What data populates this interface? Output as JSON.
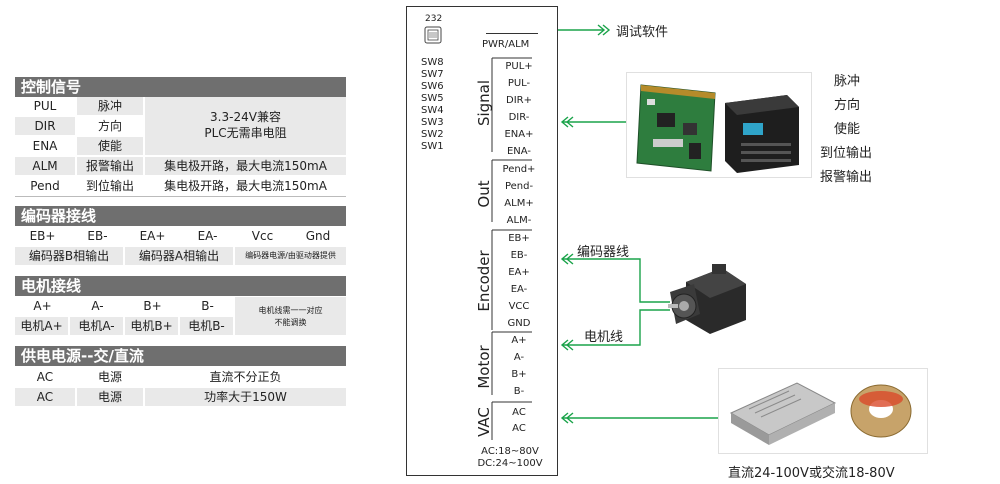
{
  "control": {
    "title": "控制信号",
    "rows": [
      {
        "sig": "PUL",
        "desc": "脉冲"
      },
      {
        "sig": "DIR",
        "desc": "方向"
      },
      {
        "sig": "ENA",
        "desc": "使能"
      },
      {
        "sig": "ALM",
        "desc": "报警输出",
        "note": "集电极开路，最大电流150mA"
      },
      {
        "sig": "Pend",
        "desc": "到位输出",
        "note": "集电极开路，最大电流150mA"
      }
    ],
    "merged_note_1": "3.3-24V兼容",
    "merged_note_2": "PLC无需串电阻"
  },
  "encoder": {
    "title": "编码器接线",
    "pins": [
      "EB+",
      "EB-",
      "EA+",
      "EA-",
      "Vcc",
      "Gnd"
    ],
    "b_label": "编码器B相输出",
    "a_label": "编码器A相输出",
    "power_label": "编码器电源/由驱动器提供"
  },
  "motor": {
    "title": "电机接线",
    "pins": [
      "A+",
      "A-",
      "B+",
      "B-"
    ],
    "labels": [
      "电机A+",
      "电机A-",
      "电机B+",
      "电机B-"
    ],
    "note_1": "电机线需一一对应",
    "note_2": "不能调换"
  },
  "power": {
    "title": "供电电源--交/直流",
    "rows": [
      {
        "sig": "AC",
        "desc": "电源",
        "note": "直流不分正负"
      },
      {
        "sig": "AC",
        "desc": "电源",
        "note": "功率大于150W"
      }
    ]
  },
  "driver": {
    "port": "232",
    "switches": [
      "SW8",
      "SW7",
      "SW6",
      "SW5",
      "SW4",
      "SW3",
      "SW2",
      "SW1"
    ],
    "pwr_alm": "PWR/ALM",
    "groups": {
      "signal": {
        "label": "Signal",
        "terms": [
          "PUL+",
          "PUL-",
          "DIR+",
          "DIR-",
          "ENA+",
          "ENA-"
        ]
      },
      "out": {
        "label": "Out",
        "terms": [
          "Pend+",
          "Pend-",
          "ALM+",
          "ALM-"
        ]
      },
      "encoder": {
        "label": "Encoder",
        "terms": [
          "EB+",
          "EB-",
          "EA+",
          "EA-",
          "VCC",
          "GND"
        ]
      },
      "motor": {
        "label": "Motor",
        "terms": [
          "A+",
          "A-",
          "B+",
          "B-"
        ]
      },
      "vac": {
        "label": "VAC",
        "terms": [
          "AC",
          "AC"
        ]
      }
    },
    "spec_1": "AC:18~80V",
    "spec_2": "DC:24~100V"
  },
  "right": {
    "debug_label": "调试软件",
    "controller_labels": [
      "脉冲",
      "方向",
      "使能",
      "到位输出",
      "报警输出"
    ],
    "encoder_line": "编码器线",
    "motor_line": "电机线",
    "psu_caption": "直流24-100V或交流18-80V"
  },
  "colors": {
    "arrow": "#1aa34a",
    "header_bg": "#6f6f6f",
    "cell_bg": "#e9e9e9"
  }
}
